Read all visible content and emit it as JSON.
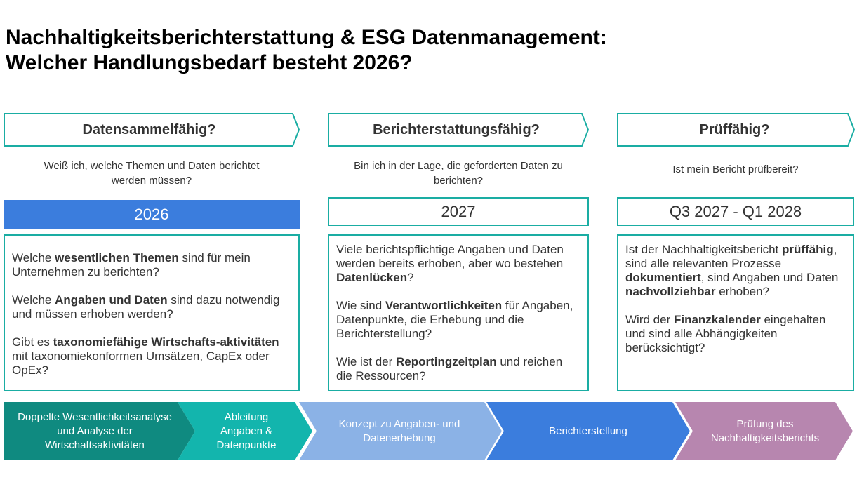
{
  "title": {
    "line1": "Nachhaltigkeitsberichterstattung & ESG Datenmanagement:",
    "line2": "Welcher Handlungsbedarf besteht 2026?"
  },
  "columns": [
    {
      "header": "Datensammelfähig?",
      "question": "Weiß ich, welche Themen und Daten berichtet werden müssen?",
      "year": "2026",
      "paragraphs": [
        [
          {
            "t": "Welche "
          },
          {
            "t": "wesentlichen Themen",
            "b": true
          },
          {
            "t": " sind für mein Unternehmen zu berichten?"
          }
        ],
        [
          {
            "t": "Welche "
          },
          {
            "t": "Angaben und Daten",
            "b": true
          },
          {
            "t": " sind dazu notwendig und müssen erhoben werden?"
          }
        ],
        [
          {
            "t": "Gibt es "
          },
          {
            "t": "taxonomiefähige Wirtschafts-aktivitäten",
            "b": true
          },
          {
            "t": " mit  taxonomiekonformen Umsätzen, CapEx oder OpEx?"
          }
        ]
      ]
    },
    {
      "header": "Berichterstattungsfähig?",
      "question": "Bin ich in der Lage, die geforderten Daten zu berichten?",
      "year": "2027",
      "paragraphs": [
        [
          {
            "t": "Viele berichtspflichtige Angaben und Daten werden bereits erhoben, aber wo bestehen "
          },
          {
            "t": "Datenlücken",
            "b": true
          },
          {
            "t": "?"
          }
        ],
        [
          {
            "t": "Wie sind "
          },
          {
            "t": "Verantwortlichkeiten",
            "b": true
          },
          {
            "t": " für Angaben, Datenpunkte, die Erhebung und die Berichterstellung?"
          }
        ],
        [
          {
            "t": "Wie ist der "
          },
          {
            "t": "Reportingzeitplan",
            "b": true
          },
          {
            "t": " und reichen die Ressourcen?"
          }
        ]
      ]
    },
    {
      "header": "Prüffähig?",
      "question": "Ist mein Bericht prüfbereit?",
      "year": "Q3 2027 -  Q1 2028",
      "paragraphs": [
        [
          {
            "t": "Ist der Nachhaltigkeitsbericht "
          },
          {
            "t": "prüffähig",
            "b": true
          },
          {
            "t": ", sind alle relevanten Prozesse "
          },
          {
            "t": "dokumentiert",
            "b": true
          },
          {
            "t": ", sind Angaben und Daten "
          },
          {
            "t": "nachvollziehbar",
            "b": true
          },
          {
            "t": " erhoben?"
          }
        ],
        [
          {
            "t": "Wird der "
          },
          {
            "t": "Finanzkalender",
            "b": true
          },
          {
            "t": " eingehalten und sind alle Abhängigkeiten berücksichtigt?"
          }
        ]
      ]
    }
  ],
  "process_steps": [
    {
      "label": "Doppelte Wesentlichkeitsanalyse und Analyse der Wirtschaftsaktivitäten",
      "color": "#0f8a80"
    },
    {
      "label": "Ableitung Angaben & Datenpunkte",
      "color": "#13b5ad"
    },
    {
      "label": "Konzept zu Angaben- und Datenerhebung",
      "color": "#8bb2e6"
    },
    {
      "label": "Berichterstellung",
      "color": "#3b7ddd"
    },
    {
      "label": "Prüfung des Nachhaltigkeitsberichts",
      "color": "#b786af"
    }
  ],
  "colors": {
    "accent_teal": "#1aada3",
    "year_filled": "#3b7ddd"
  }
}
